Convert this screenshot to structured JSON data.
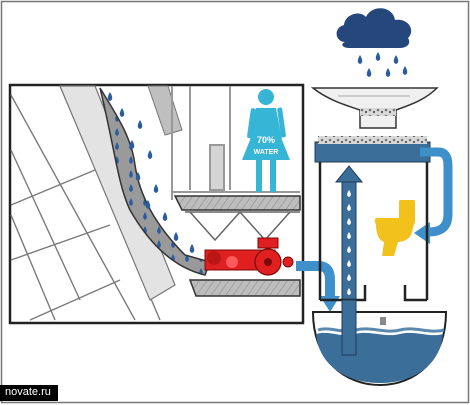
{
  "figure": {
    "person_label_line1": "70%",
    "person_label_line2": "WATER",
    "watermark": "novate.ru"
  },
  "colors": {
    "cloud": "#25477c",
    "rain": "#2b5d9e",
    "water": "#3b6e98",
    "water_light": "#5b89ad",
    "pipe_blue": "#3f8fcb",
    "pump_red": "#e02020",
    "toilet": "#f2c11c",
    "person": "#37b5d6",
    "stone": "#c9c9c9",
    "frame": "#222222"
  },
  "icons": [
    "rain-cloud-icon",
    "woman-icon",
    "toilet-icon",
    "pump-icon",
    "arrow-icon"
  ]
}
